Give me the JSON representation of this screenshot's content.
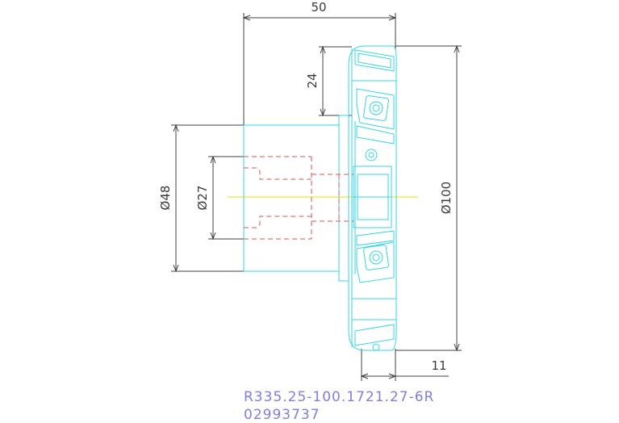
{
  "dimensions": {
    "overall_length": "50",
    "hub_width": "24",
    "shank_diameter": "Ø48",
    "bore_diameter": "Ø27",
    "cutter_diameter": "Ø100",
    "flange_width": "11"
  },
  "part_number": "R335.25-100.1721.27-6R",
  "order_code": "02993737",
  "colors": {
    "outline": "#33d6e6",
    "hidden_lines": "#e05050",
    "center_line": "#e6e600",
    "dimension": "#404040",
    "text_blue": "#7f7fe6"
  }
}
